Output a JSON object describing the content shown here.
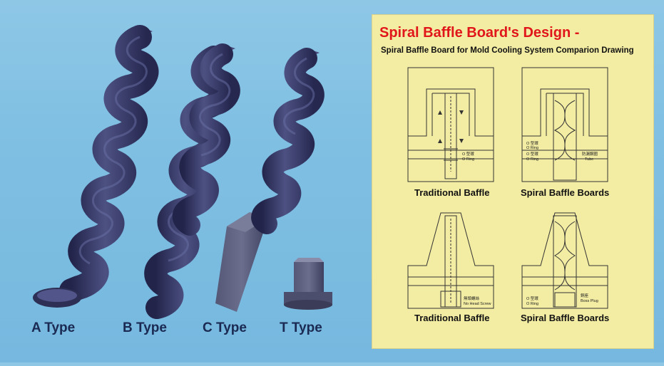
{
  "products": {
    "a_type": "A Type",
    "b_type": "B Type",
    "c_type": "C Type",
    "t_type": "T Type"
  },
  "panel": {
    "title": "Spiral Baffle Board's Design -",
    "subtitle": "Spiral Baffle Board for Mold Cooling System Comparion Drawing",
    "captions": {
      "top_left": "Traditional Baffle",
      "top_right": "Spiral Baffle Boards",
      "bottom_left": "Traditional Baffle",
      "bottom_right": "Spiral Baffle Boards"
    },
    "callouts": {
      "o_ring_cn": "O 型環",
      "o_ring": "O Ring",
      "tube_cn": "防漏鋼圈",
      "tube": "Tube",
      "no_head_screw_cn": "無頭螺絲",
      "no_head_screw": "No Head Screw",
      "boss_plug_cn": "銅座",
      "boss_plug": "Boss Plug"
    }
  },
  "colors": {
    "background": "#7fbfe2",
    "panel": "#f3eda3",
    "title_red": "#e0161b",
    "label_navy": "#1b2a52",
    "metal": "#3a3d66"
  }
}
